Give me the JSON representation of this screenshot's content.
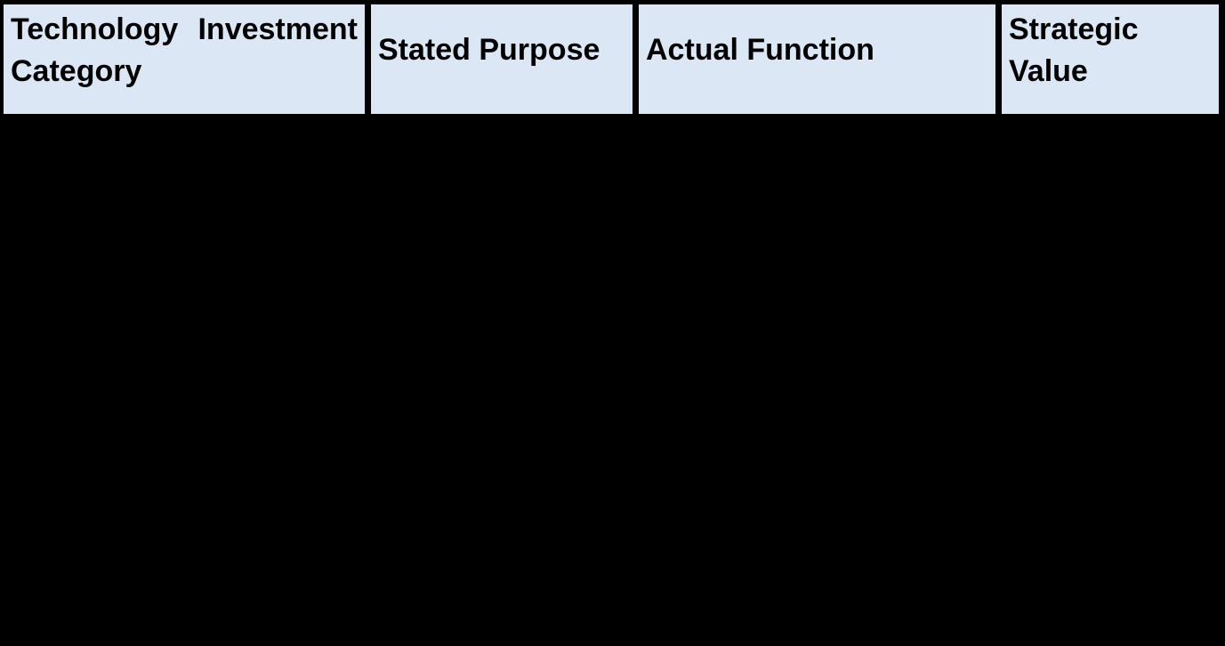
{
  "table": {
    "columns": [
      {
        "label": "Technology Investment Category",
        "lines": [
          "Technology Investment",
          "Category"
        ]
      },
      {
        "label": "Stated Purpose",
        "lines": [
          "Stated Purpose"
        ]
      },
      {
        "label": "Actual Function",
        "lines": [
          "Actual Function"
        ]
      },
      {
        "label": "Strategic Value",
        "lines": [
          "Strategic",
          "Value"
        ]
      }
    ]
  },
  "colors": {
    "header_cell_background": "#dbe7f4",
    "header_text": "#000000",
    "page_background": "#000000"
  }
}
